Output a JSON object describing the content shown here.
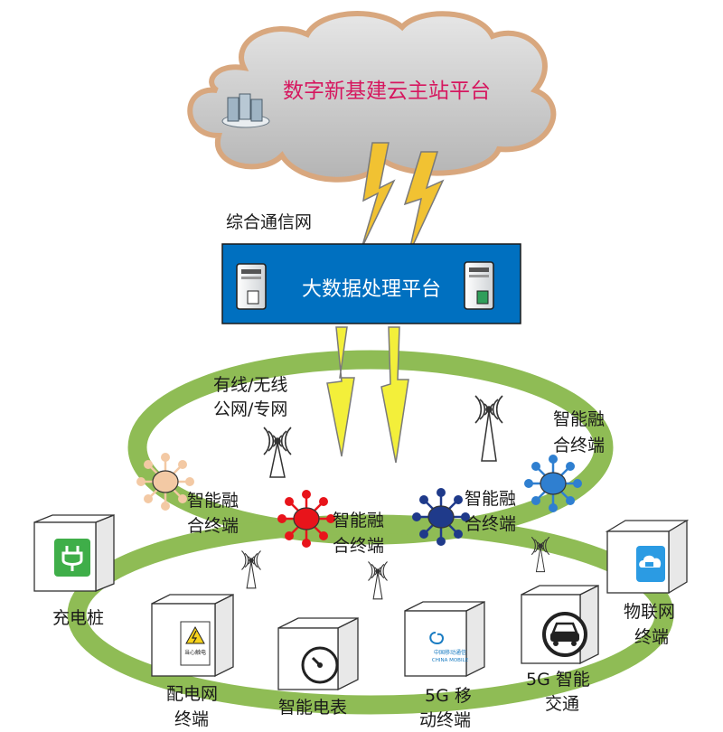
{
  "cloud": {
    "title": "数字新基建云主站平台"
  },
  "network": {
    "label": "综合通信网"
  },
  "platform": {
    "title": "大数据处理平台"
  },
  "links": {
    "line1": "有线/无线",
    "line2": "公网/专网"
  },
  "fusion_terminals": [
    {
      "line1": "智能融",
      "line2": "合终端",
      "color": "#f3c9a4"
    },
    {
      "line1": "智能融",
      "line2": "合终端",
      "color": "#e8141b"
    },
    {
      "line1": "智能融",
      "line2": "合终端",
      "color": "#1f3a8a"
    },
    {
      "line1": "智能融",
      "line2": "合终端",
      "color": "#2f7fd0"
    }
  ],
  "devices": {
    "charger": {
      "line1": "充电桩"
    },
    "distribution": {
      "line1": "配电网",
      "line2": "终端",
      "sign_text": "当心触电"
    },
    "meter": {
      "line1": "智能电表"
    },
    "mobile": {
      "line1": "5G 移",
      "line2": "动终端",
      "logo_line1": "中国移动通信",
      "logo_line2": "CHINA MOBILE"
    },
    "traffic": {
      "line1": "5G 智能",
      "line2": "交通"
    },
    "iot": {
      "line1": "物联网",
      "line2": "终端"
    }
  },
  "colors": {
    "ring": "#8fbc55",
    "platform_bg": "#0070c0",
    "cloud_fill": "#c9c9c9",
    "cloud_stroke": "#d8a77e",
    "bolt_upper": "#f1c232",
    "bolt_lower": "#f3ef3a",
    "cloud_text": "#d6175f"
  }
}
